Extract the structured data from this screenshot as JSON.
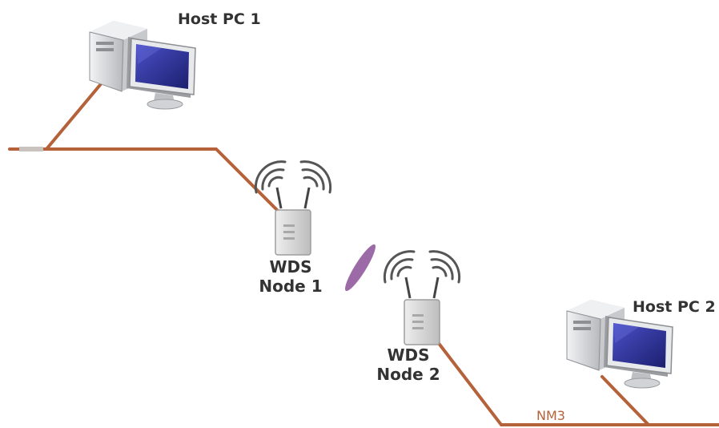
{
  "hosts": [
    {
      "label": "Host PC 1"
    },
    {
      "label": "Host PC 2"
    }
  ],
  "nodes": [
    {
      "line1": "WDS",
      "line2": "Node 1"
    },
    {
      "line1": "WDS",
      "line2": "Node 2"
    }
  ],
  "network": {
    "label": "NM3"
  },
  "colors": {
    "wire": "#b5623a",
    "wire_shadow": "#8a4424",
    "wireless": "#9c6ba7",
    "text": "#333333",
    "monitor_screen": "#2a2f9a",
    "case": "#d9dadc"
  },
  "icons": [
    "computer-icon",
    "wireless-access-point-icon",
    "wireless-link-icon"
  ]
}
